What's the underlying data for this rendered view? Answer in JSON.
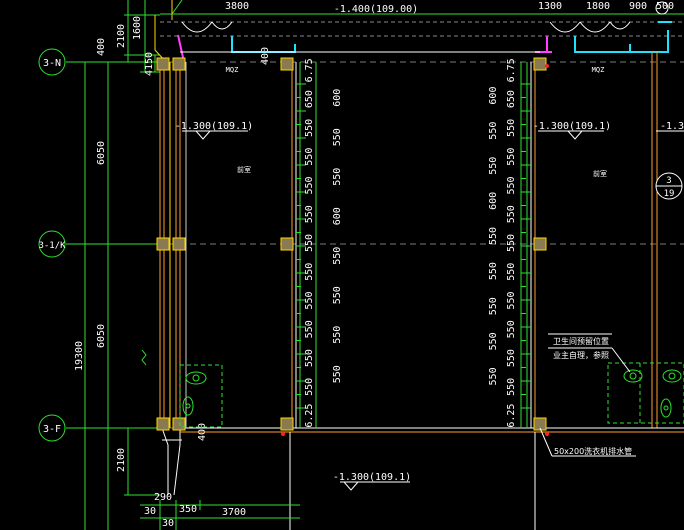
{
  "axes": [
    {
      "id": "axis-3n",
      "label": "3-N"
    },
    {
      "id": "axis-3-1k",
      "label": "3-1/K"
    },
    {
      "id": "axis-3f",
      "label": "3-F"
    }
  ],
  "top_dims_left": [
    "3800"
  ],
  "top_dims_right": [
    "1300",
    "1800",
    "900",
    "500"
  ],
  "elevations": {
    "top": "-1.400(109.00)",
    "left_room": "-1.300(109.1)",
    "right_room": "-1.300(109.1)",
    "bottom": "-1.300(109.1)"
  },
  "left_vertical_dims": [
    "2100",
    "1600",
    "400",
    "4150",
    "6050",
    "6050",
    "19300",
    "2100",
    "400"
  ],
  "bottom_dims": [
    "290",
    "30",
    "350",
    "30",
    "3700"
  ],
  "wall_labels": {
    "left": "MQZ",
    "right": "MQZ"
  },
  "room_names": {
    "left": "前室",
    "right": "前室"
  },
  "spacing_column": [
    "6.75",
    "650",
    "550",
    "550",
    "550",
    "550",
    "550",
    "550",
    "550",
    "550",
    "550",
    "550",
    "6.25"
  ],
  "spacing_column_outer": [
    "600",
    "550",
    "550",
    "600",
    "550",
    "550",
    "550",
    "550"
  ],
  "spacing_column_right_outer": [
    "600",
    "550",
    "550",
    "600",
    "550",
    "550",
    "550",
    "550",
    "550"
  ],
  "detail_callout": {
    "top": "3",
    "bottom": "19"
  },
  "note_text": {
    "line1": "卫生间预留位置",
    "line2": "业主自理，参照"
  },
  "pipe_note": "50x200洗衣机排水管"
}
